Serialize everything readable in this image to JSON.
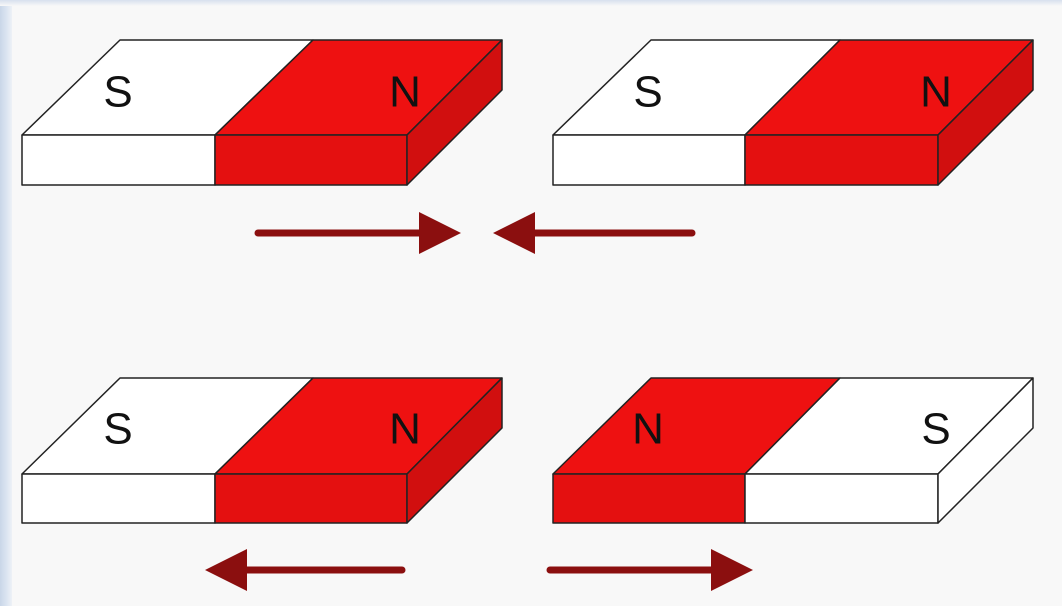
{
  "colors": {
    "north": "#ee1111",
    "south": "#ffffff",
    "outline": "#222222",
    "arrow": "#8b0f0f",
    "background": "#f8f8f8"
  },
  "magnets": [
    {
      "left_pole": "S",
      "right_pole": "N",
      "left_color": "south",
      "right_color": "north"
    },
    {
      "left_pole": "S",
      "right_pole": "N",
      "left_color": "south",
      "right_color": "north"
    },
    {
      "left_pole": "S",
      "right_pole": "N",
      "left_color": "south",
      "right_color": "north"
    },
    {
      "left_pole": "N",
      "right_pole": "S",
      "left_color": "north",
      "right_color": "south"
    }
  ],
  "arrows": [
    {
      "direction": "right"
    },
    {
      "direction": "left"
    },
    {
      "direction": "left"
    },
    {
      "direction": "right"
    }
  ]
}
